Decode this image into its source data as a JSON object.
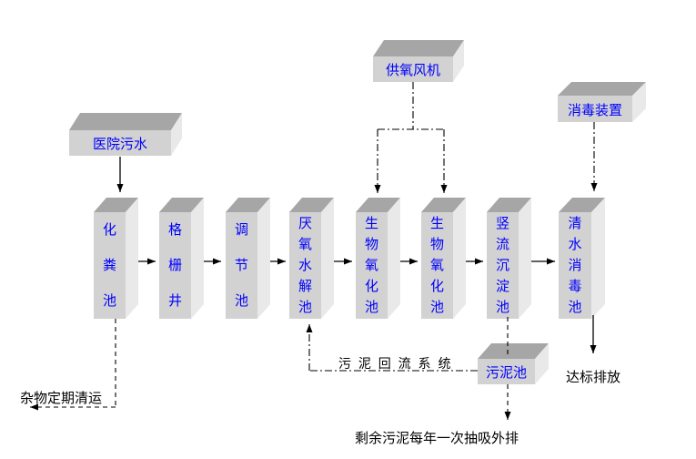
{
  "diagram_title": "hospital-wastewater-treatment-process-flow",
  "boxes": {
    "hospital": "医院污水",
    "fan": "供氧风机",
    "disinfect": "消毒装置",
    "sludge": "污泥池"
  },
  "columns": [
    {
      "label": "化粪池"
    },
    {
      "label": "格栅井"
    },
    {
      "label": "调节池"
    },
    {
      "label": "厌氧水解池"
    },
    {
      "label": "生物氧化池"
    },
    {
      "label": "生物氧化池"
    },
    {
      "label": "竖流沉淀池"
    },
    {
      "label": "清水消毒池"
    }
  ],
  "annotations": {
    "debris": "杂物定期清运",
    "sludge_return": "污 泥 回 流 系 统",
    "discharge": "达标排放",
    "excess_sludge": "剩余污泥每年一次抽吸外排"
  },
  "colors": {
    "label_blue": "#0000ff",
    "box_top": "#a6a6a6",
    "box_front": "#d2d2d2",
    "box_side": "#e9e9e9",
    "line": "#000000",
    "background": "#ffffff"
  }
}
